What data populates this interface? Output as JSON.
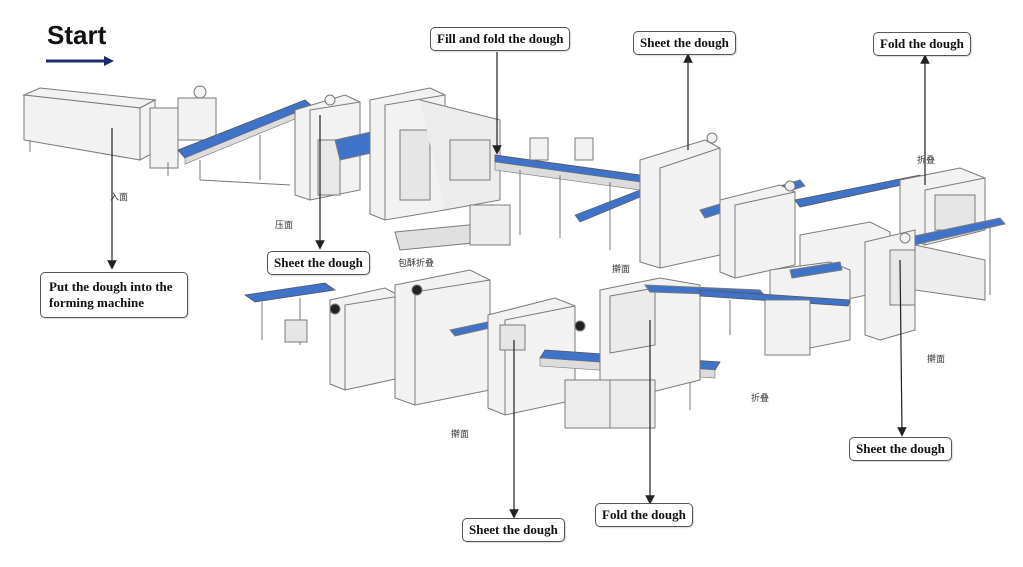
{
  "title": "Start",
  "colors": {
    "conveyor": "#3f72c9",
    "machine": "#f2f2f2",
    "outline": "#7a7a7a",
    "arrow": "#222222"
  },
  "callouts": {
    "put_dough": "Put the dough into the forming machine",
    "fill_fold": "Fill and fold the dough",
    "sheet_top": "Sheet the dough",
    "fold_top": "Fold the dough",
    "sheet_mid": "Sheet the dough",
    "sheet_right": "Sheet the dough",
    "sheet_bottom": "Sheet the dough",
    "fold_bottom": "Fold the dough"
  },
  "cn_labels": {
    "rumian": "入面",
    "yamian": "压面",
    "baosu": "包酥折叠",
    "zhedie_top": "折叠",
    "anmian_mid": "擀面",
    "anmian_right": "擀面",
    "zhedie_bottom": "折叠",
    "anmian_bottom": "擀面"
  }
}
